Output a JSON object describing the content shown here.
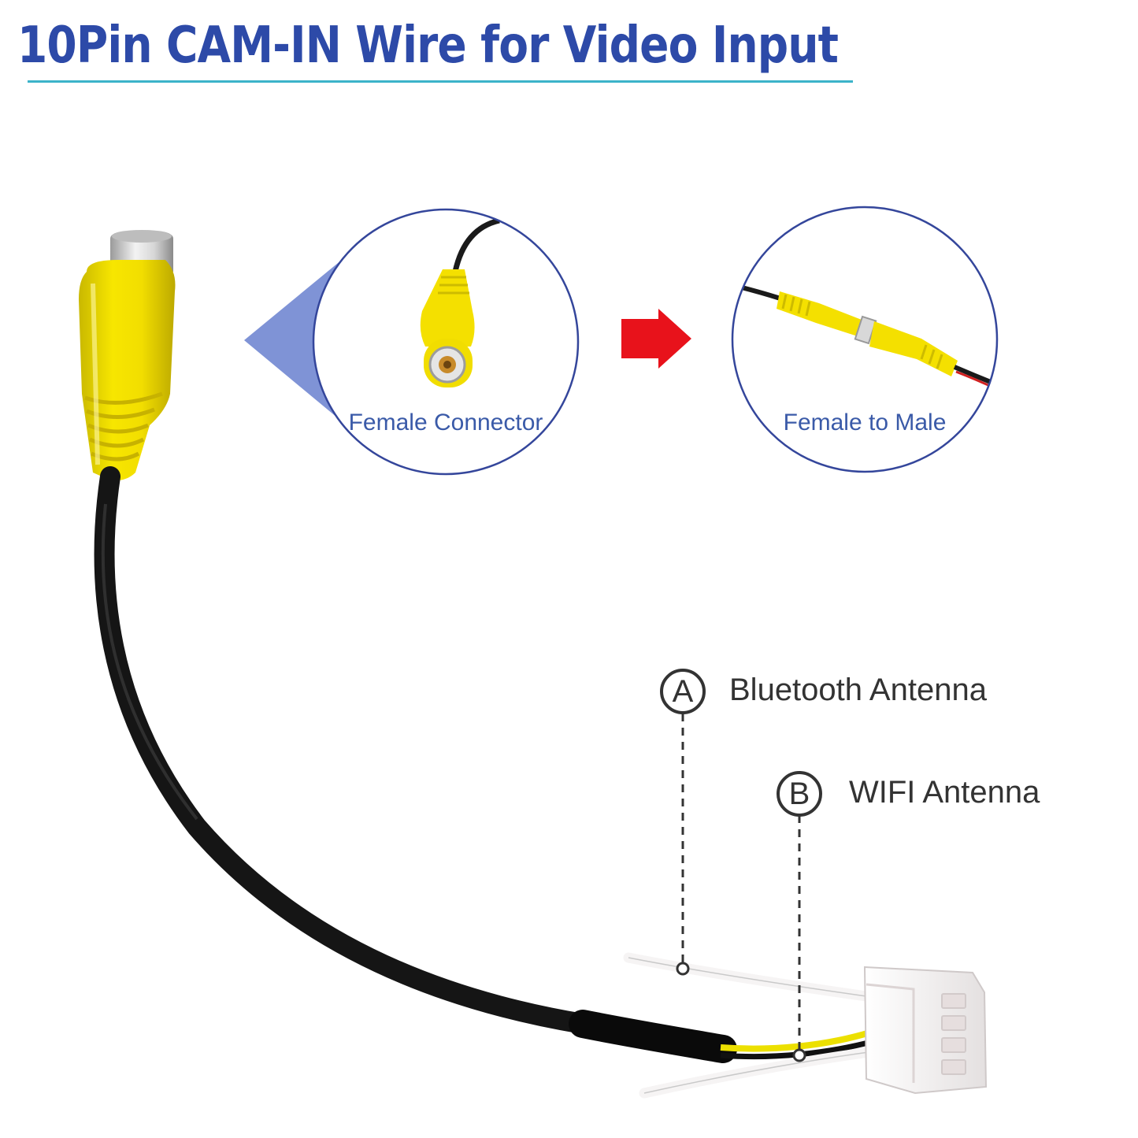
{
  "title": "10Pin CAM-IN Wire for Video Input",
  "detail_circles": {
    "female_connector": "Female Connector",
    "female_to_male": "Female to Male"
  },
  "callouts": [
    {
      "marker": "A",
      "label": "Bluetooth Antenna"
    },
    {
      "marker": "B",
      "label": "WIFI Antenna"
    }
  ],
  "colors": {
    "title": "#2d4aa8",
    "underline": "#3bb3c9",
    "circle_border": "#34469b",
    "circle_caption": "#3a5aa8",
    "pointer": "#7f93d6",
    "arrow": "#e8121b",
    "rca_yellow": "#f4e000",
    "cable_black": "#151515",
    "connector_white": "#f4f1f1"
  },
  "icons": {
    "arrow": "red-right-arrow-icon",
    "pointer": "blue-triangle-pointer"
  }
}
